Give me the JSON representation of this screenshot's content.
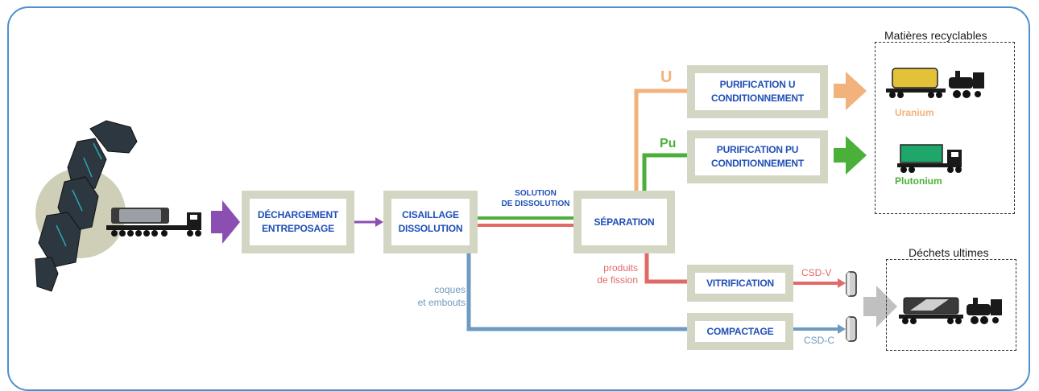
{
  "boxes": {
    "dechargement": "DÉCHARGEMENT\nENTREPOSAGE",
    "cisaillage": "CISAILLAGE\nDISSOLUTION",
    "separation": "SÉPARATION",
    "purification_u": "PURIFICATION U\nCONDITIONNEMENT",
    "purification_pu": "PURIFICATION PU\nCONDITIONNEMENT",
    "vitrification": "VITRIFICATION",
    "compactage": "COMPACTAGE"
  },
  "flows": {
    "solution": "SOLUTION\nDE DISSOLUTION",
    "coques": "coques\net embouts",
    "produits_fission": "produits\nde fission",
    "u": "U",
    "pu": "Pu",
    "csd_v": "CSD-V",
    "csd_c": "CSD-C"
  },
  "outputs": {
    "recyclables_title": "Matières recyclables",
    "uranium": "Uranium",
    "plutonium": "Plutonium",
    "dechets_title": "Déchets ultimes"
  },
  "colors": {
    "frame": "#4f8fce",
    "box_border": "#d3d6c2",
    "box_text": "#1f4fb8",
    "uranium": "#f2b27c",
    "plutonium": "#4bb03a",
    "fission": "#e06a68",
    "coques": "#6f9ac0",
    "feed_arrow": "#8a4fb0",
    "waste_arrow": "#c0c0c0",
    "uranium_cargo": "#e3c23a",
    "plutonium_cargo": "#1fa66a"
  }
}
